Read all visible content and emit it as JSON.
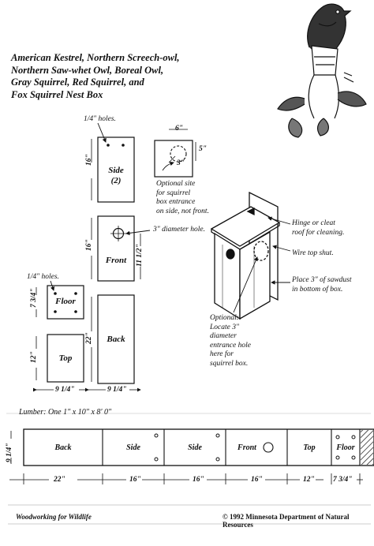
{
  "title_lines": [
    "American Kestrel, Northern Screech-owl,",
    "Northern Saw-whet Owl, Boreal Owl,",
    "Gray Squirrel, Red Squirrel, and",
    "Fox Squirrel Nest Box"
  ],
  "panels": {
    "side": "Side",
    "side_count": "(2)",
    "front": "Front",
    "floor": "Floor",
    "top": "Top",
    "back": "Back"
  },
  "dims": {
    "quarter_holes_1": "1/4\" holes.",
    "quarter_holes_2": "1/4\" holes.",
    "side_len": "16\"",
    "front_len": "16\"",
    "front_right": "11 1/2\"",
    "floor_h": "7 3/4\"",
    "top_len": "12\"",
    "back_len": "22\"",
    "width_1": "9 1/4\"",
    "width_2": "9 1/4\"",
    "opt_w": "6\"",
    "opt_h": "5\"",
    "opt_hole": "3\""
  },
  "notes": {
    "diameter_hole": "3\" diameter hole.",
    "optional_site": [
      "Optional site",
      "for squirrel",
      "box entrance",
      "on side, not front."
    ],
    "hinge": [
      "Hinge or cleat",
      "roof for cleaning."
    ],
    "wire": "Wire top shut.",
    "sawdust": [
      "Place 3\" of sawdust",
      "in bottom of box."
    ],
    "optional_locate": [
      "Optional:",
      "Locate 3\"",
      "diameter",
      "entrance hole",
      "here for",
      "squirrel box."
    ]
  },
  "lumber": {
    "label": "Lumber: One 1\" x 10\" x 8' 0\"",
    "board_height": "9 1/4\"",
    "segments": [
      {
        "label": "Back",
        "length": "22\""
      },
      {
        "label": "Side",
        "length": "16\""
      },
      {
        "label": "Side",
        "length": "16\""
      },
      {
        "label": "Front",
        "length": "16\""
      },
      {
        "label": "Top",
        "length": "12\""
      },
      {
        "label": "Floor",
        "length": "7 3/4\""
      }
    ]
  },
  "footer": {
    "left": "Woodworking for Wildlife",
    "right": "© 1992 Minnesota Department of Natural Resources"
  }
}
